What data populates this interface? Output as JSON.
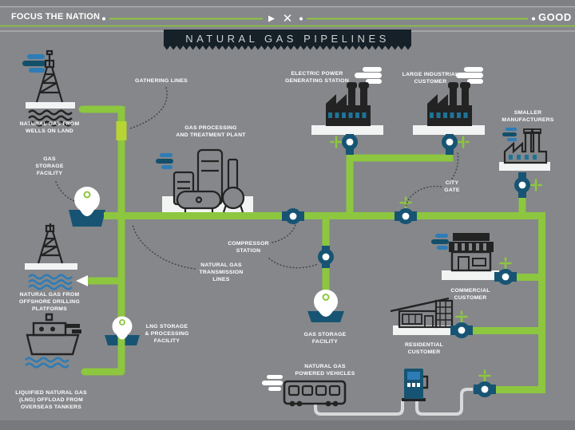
{
  "header": {
    "brand": "FOCUS THE NATION",
    "publisher": "GOOD",
    "divider_mark": "✕"
  },
  "banner": {
    "title": "NATURAL GAS PIPELINES"
  },
  "labels": {
    "wells_on_land": "NATURAL GAS FROM\nWELLS ON LAND",
    "gathering_lines": "GATHERING LINES",
    "gas_storage_facility_left": "GAS\nSTORAGE\nFACILITY",
    "processing_plant": "GAS PROCESSING\nAND TREATMENT PLANT",
    "electric_power_station": "ELECTRIC POWER\nGENERATING STATION",
    "large_industrial_customer": "LARGE INDUSTRIAL\nCUSTOMER",
    "smaller_manufacturers": "SMALLER\nMANUFACTURERS",
    "city_gate": "CITY\nGATE",
    "compressor_station": "COMPRESSOR\nSTATION",
    "transmission_lines": "NATURAL GAS\nTRANSMISSION\nLINES",
    "offshore_platforms": "NATURAL GAS FROM\nOFFSHORE DRILLING\nPLATFORMS",
    "lng_storage_facility": "LNG STORAGE\n& PROCESSING\nFACILITY",
    "lng_offload_tankers": "LIQUIFIED NATURAL GAS\n(LNG) OFFLOAD FROM\nOVERSEAS TANKERS",
    "gas_storage_facility_center": "GAS STORAGE\nFACILITY",
    "natural_gas_vehicles": "NATURAL GAS\nPOWERED VEHICLES",
    "commercial_customer": "COMMERCIAL\nCUSTOMER",
    "residential_customer": "RESIDENTIAL\nCUSTOMER"
  },
  "colors": {
    "background": "#85878A",
    "pipeline_green": "#8DC63F",
    "coupling_green": "#B7D433",
    "valve_navy": "#175473",
    "accent_blue": "#2D7CB6",
    "dark_blue": "#134F6B",
    "icon_dark": "#232323",
    "banner_bg": "#152028",
    "platform_white": "#F2F3F3",
    "service_pipe_grey": "#D8D9DA"
  }
}
